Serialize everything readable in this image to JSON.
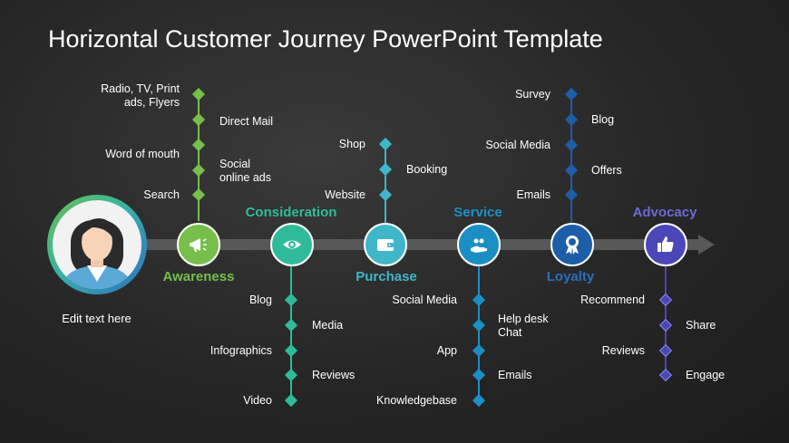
{
  "title": "Horizontal Customer Journey PowerPoint Template",
  "avatar": {
    "caption": "Edit text here"
  },
  "colors": {
    "awareness": "#76bf4a",
    "consideration": "#2fbb9a",
    "purchase": "#3fb6c9",
    "service": "#1b8fc4",
    "loyalty": "#1c5ea8",
    "advocacy": "#4b47b8"
  },
  "stages": {
    "awareness": {
      "label": "Awareness",
      "icon": "megaphone-icon",
      "items": [
        "Radio, TV, Print ads, Flyers",
        "Direct Mail",
        "Word of mouth",
        "Social online ads",
        "Search"
      ]
    },
    "consideration": {
      "label": "Consideration",
      "icon": "eye-icon",
      "items": [
        "Blog",
        "Media",
        "Infographics",
        "Reviews",
        "Video"
      ]
    },
    "purchase": {
      "label": "Purchase",
      "icon": "wallet-icon",
      "items": [
        "Shop",
        "Booking",
        "Website"
      ]
    },
    "service": {
      "label": "Service",
      "icon": "hand-care-icon",
      "items": [
        "Social Media",
        "Help desk Chat",
        "App",
        "Emails",
        "Knowledgebase"
      ]
    },
    "loyalty": {
      "label": "Loyalty",
      "icon": "award-ribbon-icon",
      "items": [
        "Survey",
        "Blog",
        "Social Media",
        "Offers",
        "Emails"
      ]
    },
    "advocacy": {
      "label": "Advocacy",
      "icon": "thumbs-up-icon",
      "items": [
        "Recommend",
        "Share",
        "Reviews",
        "Engage"
      ]
    }
  }
}
